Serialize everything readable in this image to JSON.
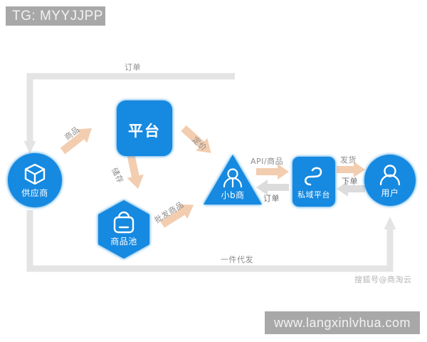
{
  "watermarks": {
    "tg": "TG: MYYJJPP",
    "site": "www.langxinlvhua.com",
    "sohu": "搜狐号@商淘云"
  },
  "colors": {
    "node_blue": "#1389E0",
    "node_blue_dark": "#0C7CD5",
    "arrow_orange": "#F3CDB0",
    "arrow_gray": "#DCDCDC",
    "path_gray": "#E4E4E4",
    "label_gray": "#8D8D8D",
    "watermark_gray": "#A8A8A8",
    "background": "#FFFFFF"
  },
  "nodes": [
    {
      "id": "supplier",
      "label": "供应商",
      "shape": "circle",
      "icon": "box-icon"
    },
    {
      "id": "platform",
      "label": "平台",
      "shape": "rounded-square",
      "icon": "none"
    },
    {
      "id": "product-pool",
      "label": "商品池",
      "shape": "hexagon",
      "icon": "bag-icon"
    },
    {
      "id": "small-b-merchant",
      "label": "小b商",
      "shape": "triangle",
      "icon": "person-icon"
    },
    {
      "id": "private-platform",
      "label": "私域平台",
      "shape": "rounded-square",
      "icon": "knot-icon"
    },
    {
      "id": "user",
      "label": "用户",
      "shape": "circle",
      "icon": "person-icon"
    }
  ],
  "edges": [
    {
      "id": "order-top",
      "label": "订单",
      "style": "gray-path"
    },
    {
      "id": "goods",
      "label": "商品",
      "style": "orange-arrow"
    },
    {
      "id": "pricing",
      "label": "定价",
      "style": "orange-arrow"
    },
    {
      "id": "storage",
      "label": "储存",
      "style": "orange-arrow"
    },
    {
      "id": "wholesale-goods",
      "label": "批发商品",
      "style": "orange-arrow"
    },
    {
      "id": "api-goods",
      "label": "API/商品",
      "style": "orange-arrow"
    },
    {
      "id": "order-to-b",
      "label": "订单",
      "style": "gray-arrow"
    },
    {
      "id": "shipment",
      "label": "发货",
      "style": "orange-arrow"
    },
    {
      "id": "place-order",
      "label": "下单",
      "style": "gray-arrow"
    },
    {
      "id": "dropshipping",
      "label": "一件代发",
      "style": "gray-path"
    }
  ]
}
